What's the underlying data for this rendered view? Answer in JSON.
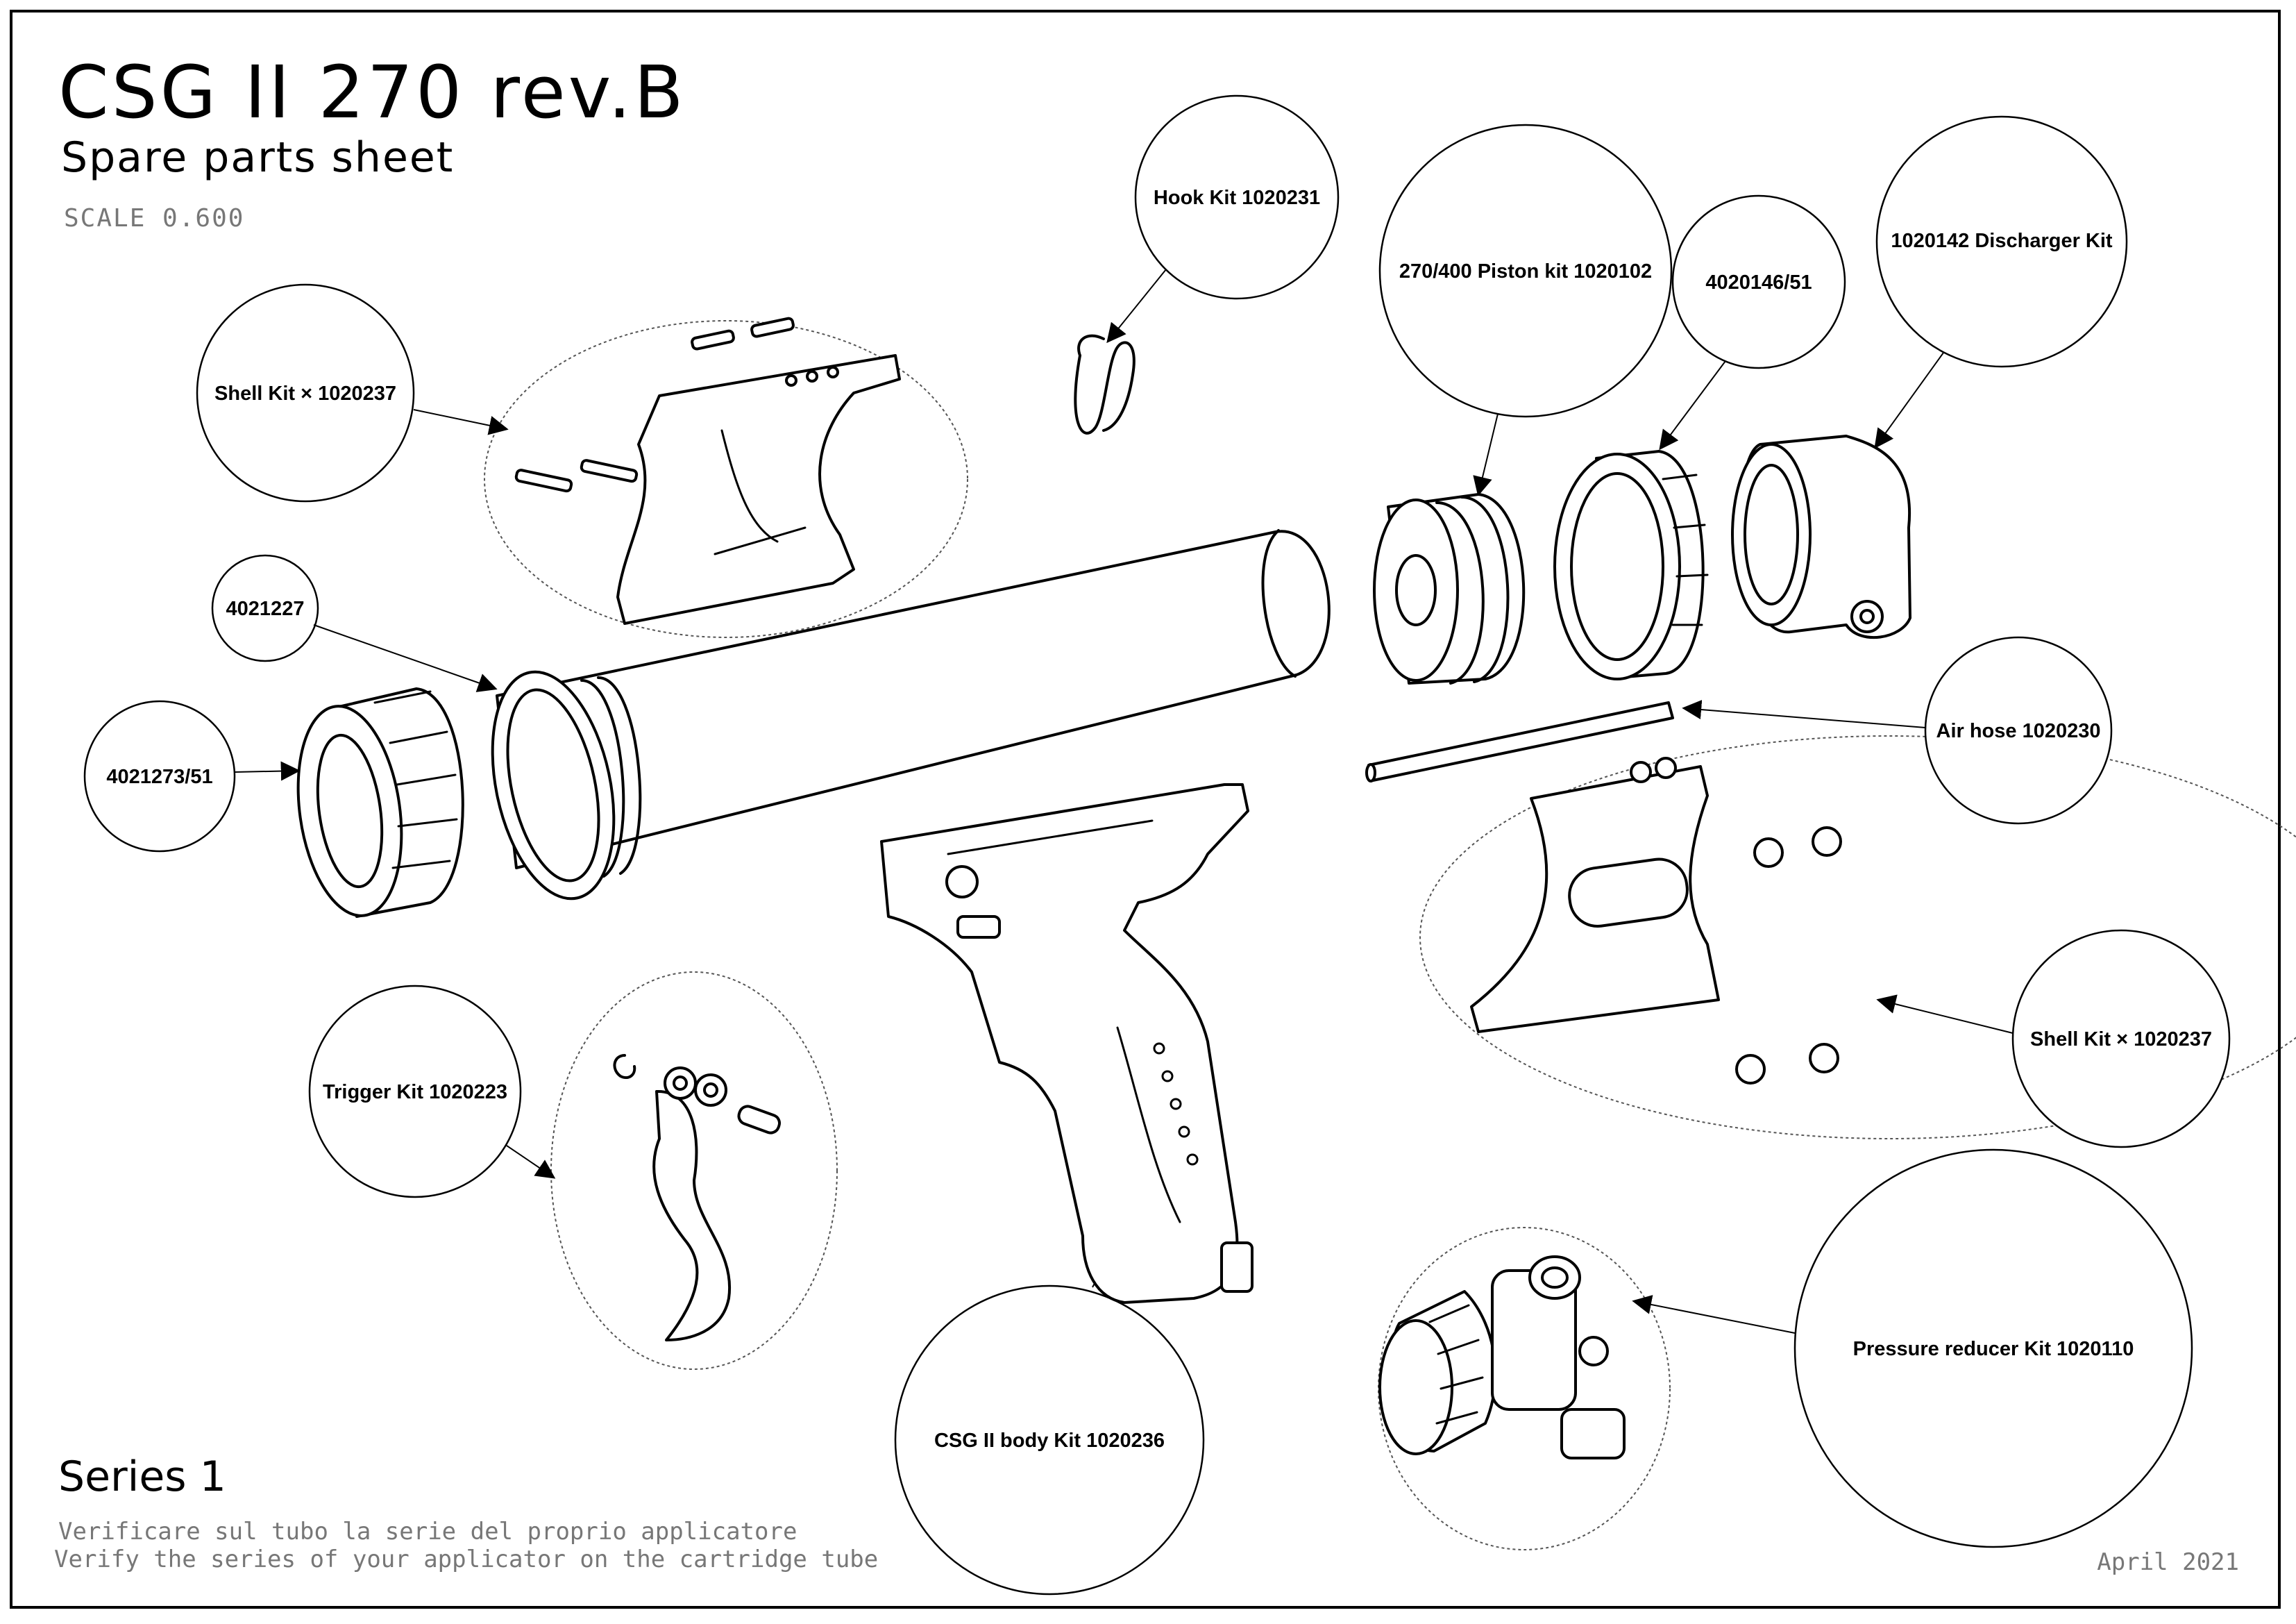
{
  "header": {
    "title": "CSG II 270 rev.B",
    "subtitle": "Spare parts sheet",
    "scale": "SCALE  0.600"
  },
  "footer": {
    "series": "Series 1",
    "note_it": "Verificare sul tubo la serie del proprio applicatore",
    "note_en": "Verify the series of your applicator on the cartridge tube",
    "date": "April 2021"
  },
  "callouts": [
    {
      "id": "hook",
      "label": "Hook Kit 1020231"
    },
    {
      "id": "piston",
      "label": "270/400 Piston kit 1020102"
    },
    {
      "id": "ring",
      "label": "4020146/51"
    },
    {
      "id": "discharger",
      "label": "1020142 Discharger Kit"
    },
    {
      "id": "shell-top",
      "label": "Shell Kit × 1020237"
    },
    {
      "id": "tube",
      "label": "4021227"
    },
    {
      "id": "nut",
      "label": "4021273/51"
    },
    {
      "id": "airhose",
      "label": "Air hose 1020230"
    },
    {
      "id": "shell-right",
      "label": "Shell Kit × 1020237"
    },
    {
      "id": "trigger",
      "label": "Trigger Kit 1020223"
    },
    {
      "id": "body",
      "label": "CSG II body Kit 1020236"
    },
    {
      "id": "reducer",
      "label": "Pressure reducer Kit 1020110"
    }
  ]
}
